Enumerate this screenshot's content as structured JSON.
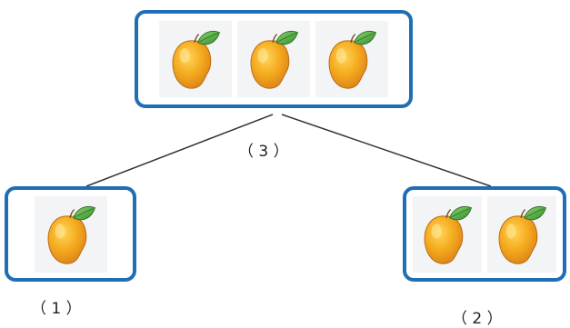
{
  "diagram": {
    "parent": {
      "label": "（ 3 ）",
      "item_icon": "mango-icon",
      "item_count": 3
    },
    "children": [
      {
        "label": "（ 1 ）",
        "item_icon": "mango-icon",
        "item_count": 1
      },
      {
        "label": "（ 2 ）",
        "item_icon": "mango-icon",
        "item_count": 2
      }
    ]
  },
  "colors": {
    "box_border": "#1f6fb4",
    "tile_background": "#f3f4f6",
    "mango_body": "#f4a81c",
    "mango_leaf": "#4caf3c",
    "connector": "#333333"
  }
}
